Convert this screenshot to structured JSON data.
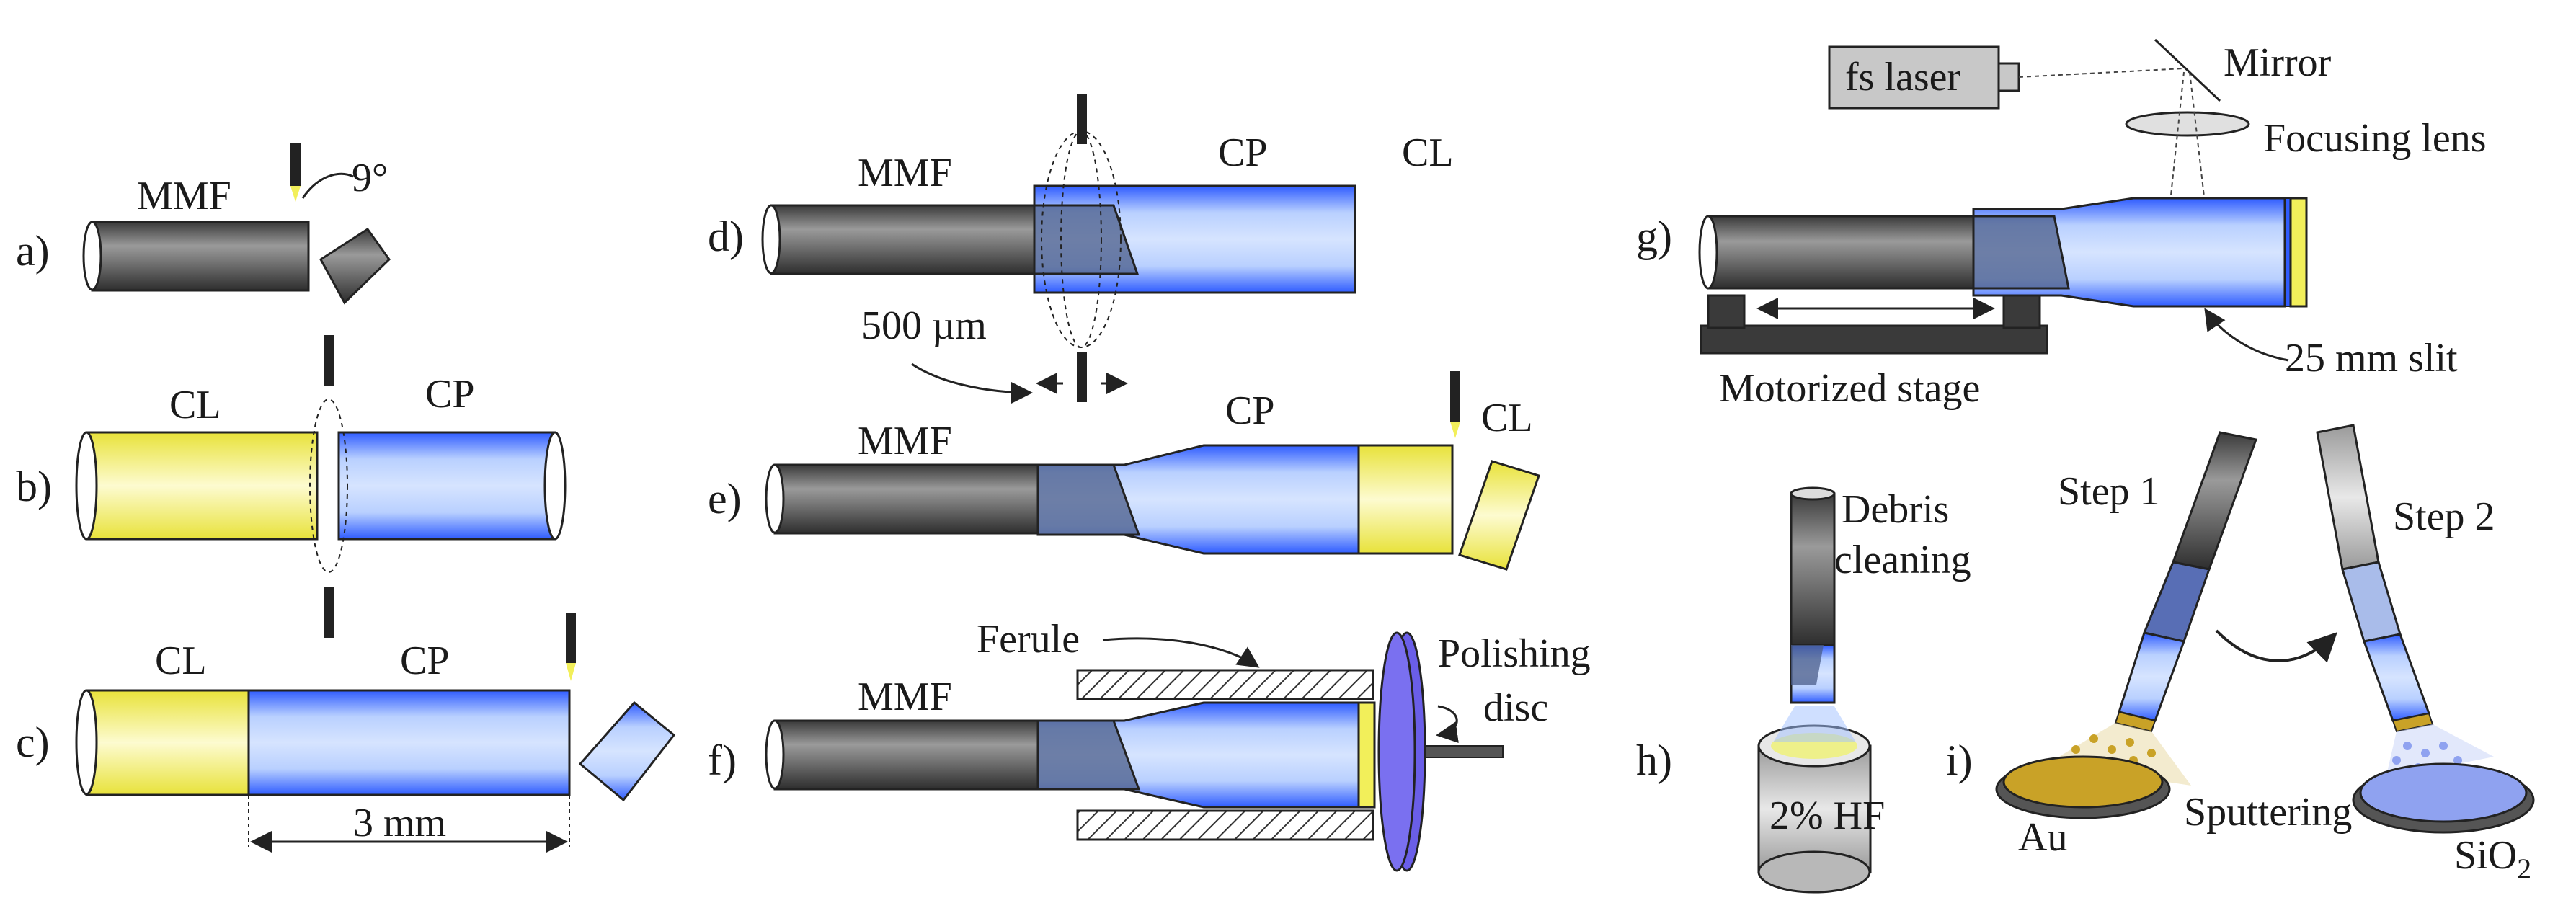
{
  "panels": {
    "a": "a)",
    "b": "b)",
    "c": "c)",
    "d": "d)",
    "e": "e)",
    "f": "f)",
    "g": "g)",
    "h": "h)",
    "i": "i)"
  },
  "labels": {
    "mmf": "MMF",
    "cl": "CL",
    "cp": "CP",
    "angle": "9°",
    "three_mm": "3 mm",
    "five_hundred_um": "500 µm",
    "ferule": "Ferule",
    "polishing": "Polishing",
    "disc": "disc",
    "fs_laser": "fs laser",
    "mirror": "Mirror",
    "focusing_lens": "Focusing lens",
    "motorized_stage": "Motorized stage",
    "slit": "25 mm slit",
    "debris": "Debris",
    "cleaning": "cleaning",
    "hf": "2% HF",
    "step1": "Step 1",
    "step2": "Step 2",
    "au": "Au",
    "sputtering": "Sputtering",
    "sio2_main": "SiO",
    "sio2_sub": "2"
  },
  "colors": {
    "fiber_gray": "#5f5f5f",
    "capillary_blue": "#3f6bff",
    "capillary_light": "#c8dcff",
    "lens_yellow": "#f2ef5a",
    "disc_purple": "#6a5ee8",
    "gold": "#c9a227",
    "sio2_blue": "#8fa2f0"
  }
}
